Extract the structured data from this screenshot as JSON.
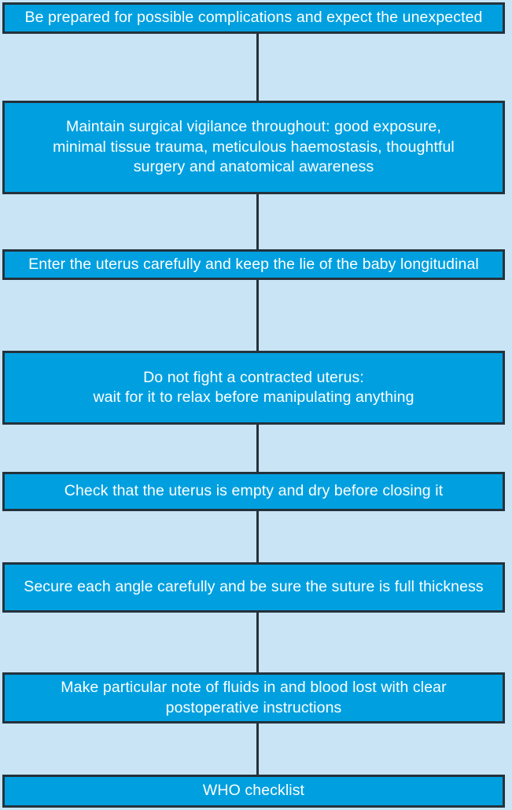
{
  "diagram": {
    "title": "Caesarean section intraoperative safety steps flowchart",
    "type": "vertical-flowchart",
    "colors": {
      "background": "#c8e4f5",
      "node_fill": "#00a0e0",
      "node_border": "#24323c",
      "node_text": "#ffffff",
      "connector": "#24323c"
    },
    "nodes": [
      {
        "id": "node-1",
        "name": "be-prepared-for-complications",
        "text": "Be prepared for possible complications and expect the unexpected"
      },
      {
        "id": "node-2",
        "name": "maintain-surgical-vigilance",
        "text": "Maintain surgical vigilance throughout: good exposure,\nminimal tissue trauma, meticulous haemostasis, thoughtful\nsurgery and anatomical awareness"
      },
      {
        "id": "node-3",
        "name": "enter-uterus-carefully",
        "text": "Enter the uterus carefully and keep the lie of the baby longitudinal"
      },
      {
        "id": "node-4",
        "name": "do-not-fight-contracted-uterus",
        "text": "Do not fight a contracted uterus:\nwait for it to relax before manipulating anything"
      },
      {
        "id": "node-5",
        "name": "check-uterus-empty-and-dry",
        "text": "Check that the uterus is empty and dry before closing it"
      },
      {
        "id": "node-6",
        "name": "secure-each-angle-carefully",
        "text": "Secure each angle carefully and be sure the suture is full thickness"
      },
      {
        "id": "node-7",
        "name": "note-fluids-and-blood-lost",
        "text": "Make particular note of fluids in and blood lost with clear\npostoperative instructions"
      },
      {
        "id": "node-8",
        "name": "who-checklist",
        "text": "WHO checklist"
      }
    ],
    "connectors": [
      {
        "name": "connector-1-to-2",
        "from": "node-1",
        "to": "node-2"
      },
      {
        "name": "connector-2-to-3",
        "from": "node-2",
        "to": "node-3"
      },
      {
        "name": "connector-3-to-4",
        "from": "node-3",
        "to": "node-4"
      },
      {
        "name": "connector-4-to-5",
        "from": "node-4",
        "to": "node-5"
      },
      {
        "name": "connector-5-to-6",
        "from": "node-5",
        "to": "node-6"
      },
      {
        "name": "connector-6-to-7",
        "from": "node-6",
        "to": "node-7"
      },
      {
        "name": "connector-7-to-8",
        "from": "node-7",
        "to": "node-8"
      }
    ]
  }
}
